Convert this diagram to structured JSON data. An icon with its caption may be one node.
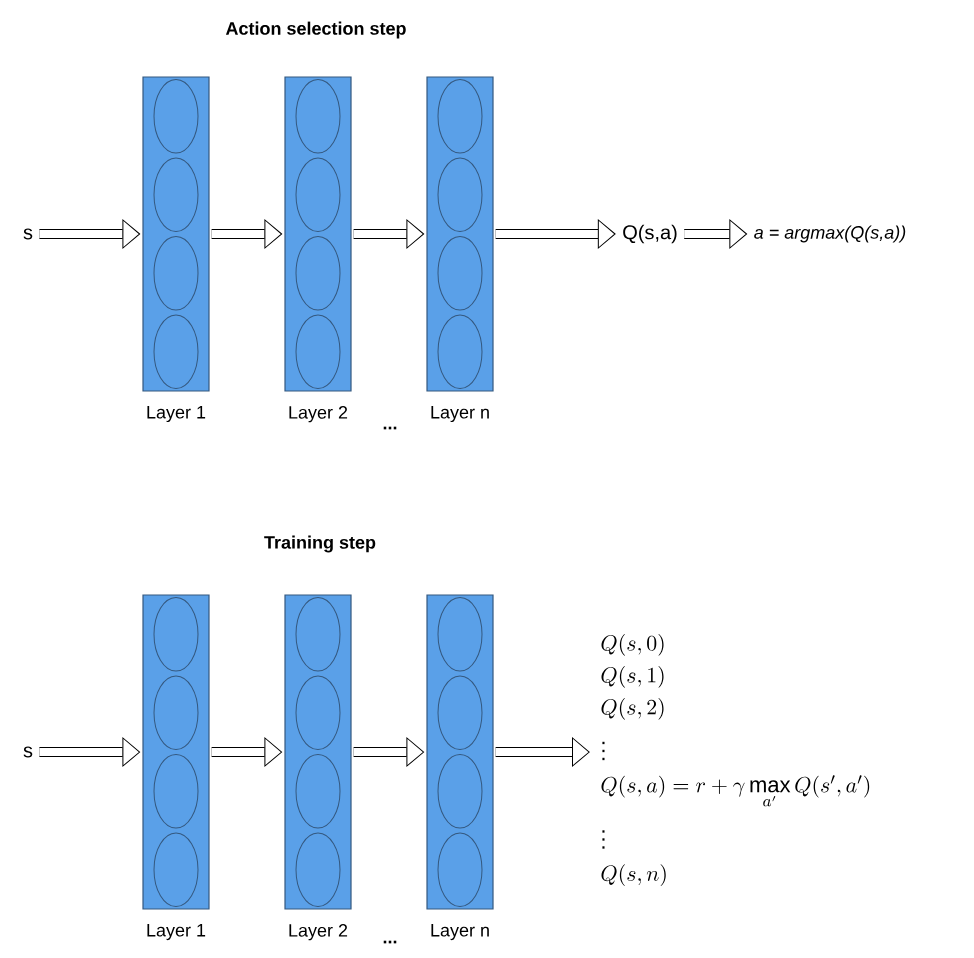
{
  "diagram": {
    "nodes": [
      {
        "text": [
          "s"
        ]
      },
      {
        "text": [
          "Layer 1"
        ]
      },
      {
        "text": [
          "Layer 2"
        ]
      },
      {
        "text": [
          "Layer n"
        ]
      },
      {
        "text": [
          "Q(s,a)"
        ]
      },
      {
        "text": [
          "a = argmax(Q(s,a))"
        ]
      },
      {
        "text": [
          "s"
        ]
      },
      {
        "text": [
          "Layer 1"
        ]
      },
      {
        "text": [
          "Layer 2"
        ]
      },
      {
        "text": [
          "Layer n"
        ]
      },
      {
        "text": [
          "Q(s,0)",
          "Q(s,1)",
          "Q(s,2)",
          "\\vdots",
          "Q(s,a) = r + \\gamma \\max\\limits_{a'} Q(s',a')",
          "\\vdots",
          "Q(s,n)"
        ]
      }
    ],
    "edges": [
      {
        "from": 0,
        "to": 1,
        "arrow": "to"
      },
      {
        "from": 1,
        "to": 2,
        "arrow": "to"
      },
      {
        "from": 2,
        "to": 3,
        "arrow": "to"
      },
      {
        "from": 3,
        "to": 4,
        "arrow": "to"
      },
      {
        "from": 4,
        "to": 5,
        "arrow": "to"
      },
      {
        "from": 6,
        "to": 7,
        "arrow": "to"
      },
      {
        "from": 7,
        "to": 8,
        "arrow": "to"
      },
      {
        "from": 8,
        "to": 9,
        "arrow": "to"
      },
      {
        "from": 9,
        "to": 10,
        "arrow": "to"
      }
    ],
    "labels": [
      "Action selection step",
      "...",
      "Training step",
      "..."
    ]
  }
}
